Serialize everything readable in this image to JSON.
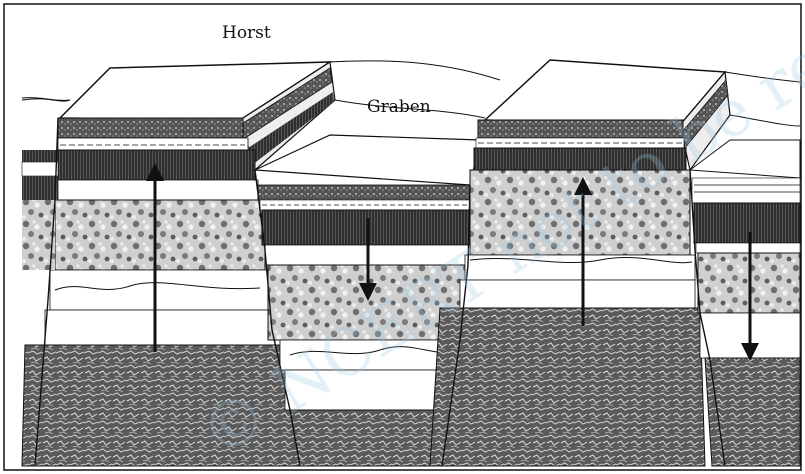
{
  "labels": {
    "horst": "Horst",
    "graben": "Graben"
  },
  "colors": {
    "ink": "#111111",
    "paper": "#ffffff",
    "dark_band": "#3a3a3a",
    "speckle_light": "#d9d9d9",
    "speckle_dark": "#6a6a6a",
    "rubble": "#4a4a4a",
    "watermark": "#9ec9e6"
  },
  "watermark_text": "© NCERT not to be republished"
}
